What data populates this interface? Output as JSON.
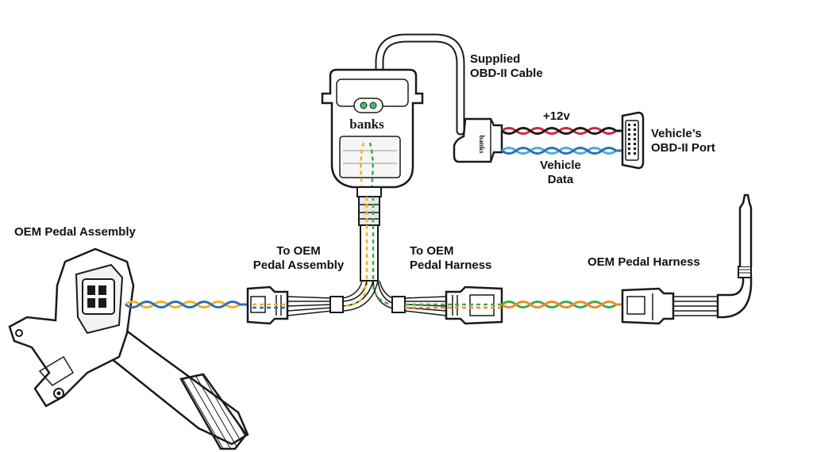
{
  "labels": {
    "supplied_cable": [
      "Supplied",
      "OBD-II Cable"
    ],
    "plus12v": "+12v",
    "vehicle_data": [
      "Vehicle",
      "Data"
    ],
    "vehicle_port": [
      "Vehicle’s",
      "OBD-II Port"
    ],
    "oem_pedal_assembly": "OEM Pedal Assembly",
    "to_oem_pedal_assembly": [
      "To OEM",
      "Pedal Assembly"
    ],
    "to_oem_pedal_harness": [
      "To OEM",
      "Pedal Harness"
    ],
    "oem_pedal_harness": "OEM Pedal Harness"
  },
  "module": {
    "brand": "banks",
    "connector_brand": "banks"
  },
  "colors": {
    "wire_red": "#d8243a",
    "wire_black": "#1a1a1a",
    "wire_cyan": "#3bb3e0",
    "wire_blue": "#2d6fb8",
    "wire_yellow": "#f0b323",
    "wire_green": "#3faa4a",
    "wire_orange": "#f08a24",
    "led_green": "#3ec46d",
    "outline": "#1a1a1a"
  }
}
